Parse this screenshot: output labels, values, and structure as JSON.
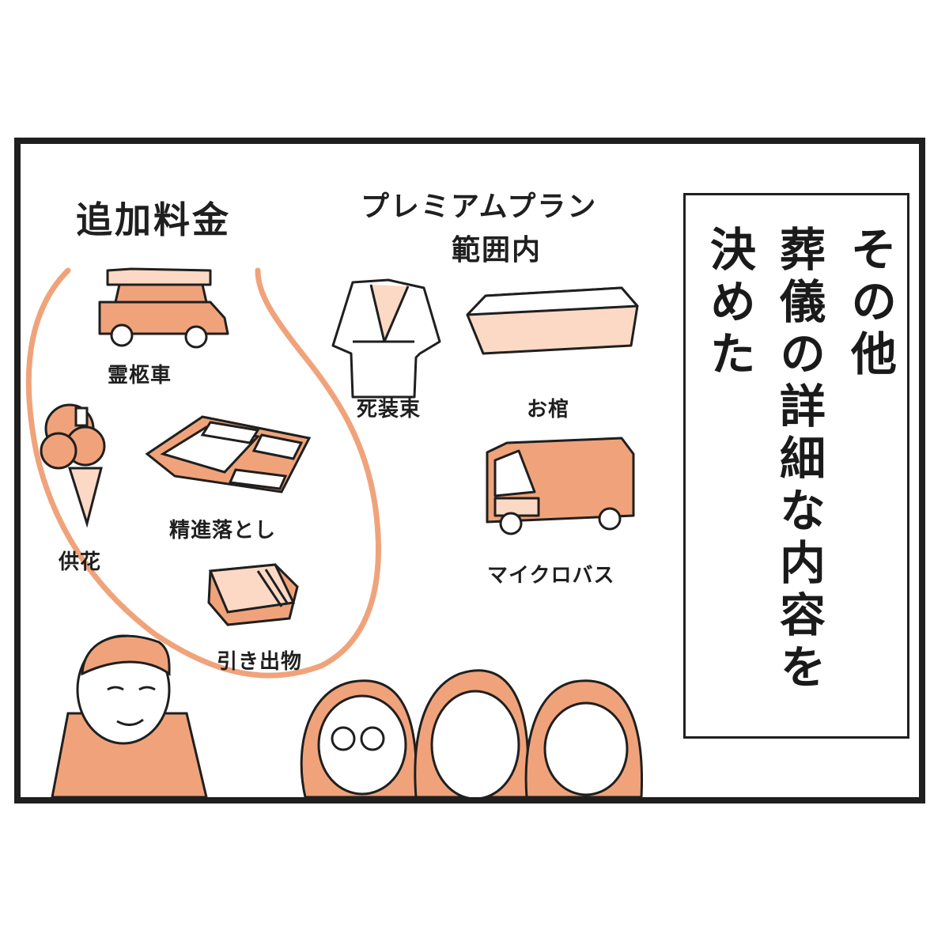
{
  "extra_fee": {
    "heading": "追加料金",
    "items": [
      "霊柩車",
      "供花",
      "精進落とし",
      "引き出物"
    ]
  },
  "premium_plan": {
    "heading_line1": "プレミアムプラン",
    "heading_line2": "範囲内",
    "items": [
      "死装束",
      "お棺",
      "マイクロバス"
    ]
  },
  "caption": {
    "line1": "その他",
    "line2": "葬儀の詳細な内容を",
    "line3": "決めた"
  },
  "colors": {
    "accent": "#f0a37a",
    "accent_light": "#fbd9c5",
    "ink": "#1f1f1f"
  }
}
